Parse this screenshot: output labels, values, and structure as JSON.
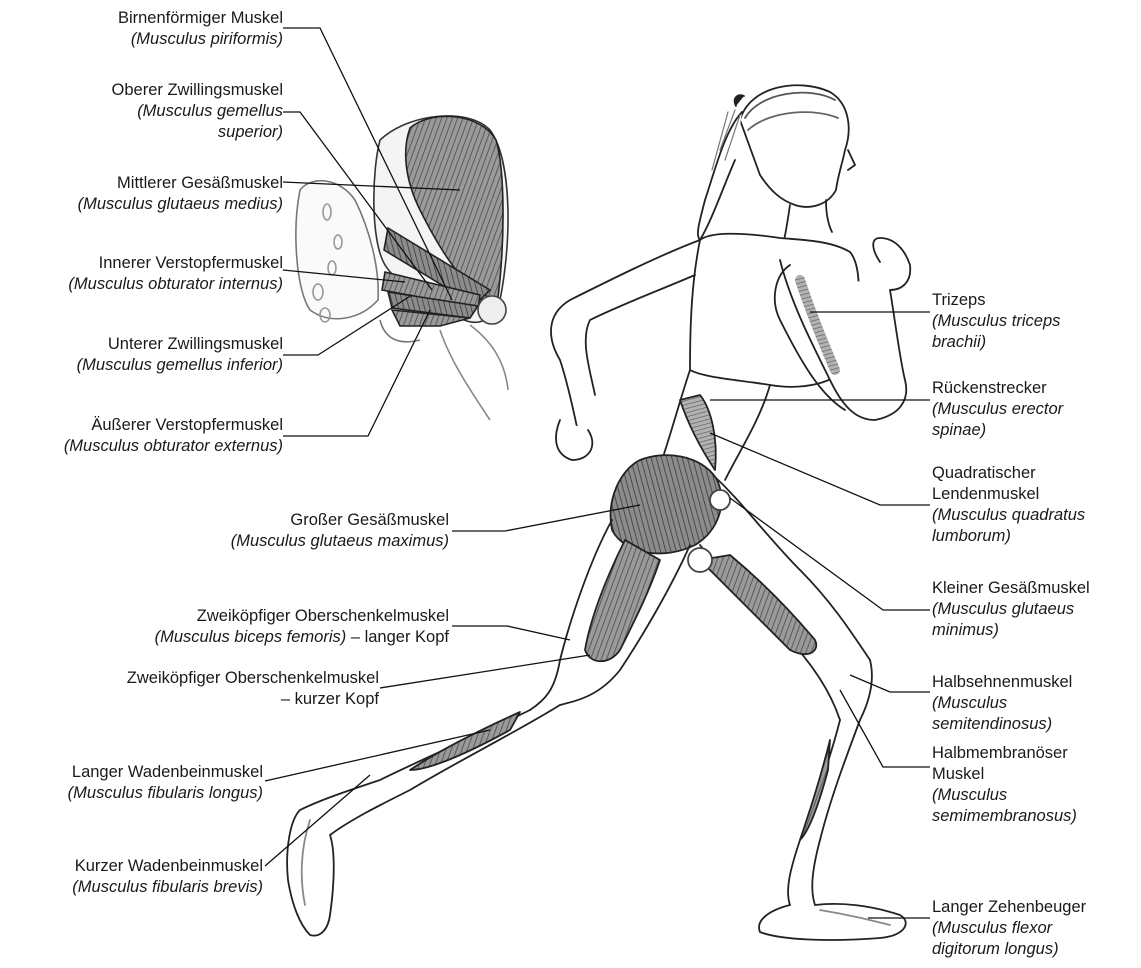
{
  "labels": {
    "piriformis": {
      "lines": [
        "Birnenförmiger Muskel"
      ],
      "italic": [
        "(Musculus piriformis)"
      ]
    },
    "gemellus_superior": {
      "lines": [
        "Oberer Zwillingsmuskel"
      ],
      "italic": [
        "(Musculus gemellus",
        "superior)"
      ]
    },
    "glutaeus_medius": {
      "lines": [
        "Mittlerer Gesäßmuskel"
      ],
      "italic": [
        "(Musculus glutaeus medius)"
      ]
    },
    "obturator_internus": {
      "lines": [
        "Innerer Verstopfermuskel"
      ],
      "italic": [
        "(Musculus obturator internus)"
      ]
    },
    "gemellus_inferior": {
      "lines": [
        "Unterer Zwillingsmuskel"
      ],
      "italic": [
        "(Musculus gemellus inferior)"
      ]
    },
    "obturator_externus": {
      "lines": [
        "Äußerer Verstopfermuskel"
      ],
      "italic": [
        "(Musculus obturator externus)"
      ]
    },
    "glutaeus_maximus": {
      "lines": [
        "Großer Gesäßmuskel"
      ],
      "italic": [
        "(Musculus glutaeus maximus)"
      ]
    },
    "biceps_long": {
      "lines": [
        "Zweiköpfiger Oberschenkelmuskel"
      ],
      "italic": [
        "(Musculus biceps femoris)"
      ],
      "suffix": " – langer Kopf"
    },
    "biceps_short": {
      "lines": [
        "Zweiköpfiger Oberschenkelmuskel",
        "– kurzer Kopf"
      ],
      "italic": []
    },
    "fibularis_longus": {
      "lines": [
        "Langer Wadenbeinmuskel"
      ],
      "italic": [
        "(Musculus fibularis longus)"
      ]
    },
    "fibularis_brevis": {
      "lines": [
        "Kurzer Wadenbeinmuskel"
      ],
      "italic": [
        "(Musculus fibularis brevis)"
      ]
    },
    "triceps": {
      "lines": [
        "Trizeps"
      ],
      "italic": [
        "(Musculus triceps",
        "brachii)"
      ]
    },
    "erector_spinae": {
      "lines": [
        "Rückenstrecker"
      ],
      "italic": [
        "(Musculus erector",
        "spinae)"
      ]
    },
    "quadratus_lumborum": {
      "lines": [
        "Quadratischer",
        "Lendenmuskel"
      ],
      "italic": [
        "(Musculus quadratus",
        "lumborum)"
      ]
    },
    "glutaeus_minimus": {
      "lines": [
        "Kleiner Gesäßmuskel"
      ],
      "italic": [
        "(Musculus glutaeus",
        "minimus)"
      ]
    },
    "semitendinosus": {
      "lines": [
        "Halbsehnenmuskel"
      ],
      "italic": [
        "(Musculus",
        "semitendinosus)"
      ]
    },
    "semimembranosus": {
      "lines": [
        "Halbmembranöser",
        "Muskel"
      ],
      "italic": [
        "(Musculus",
        "semimembranosus)"
      ]
    },
    "flexor_digitorum": {
      "lines": [
        "Langer Zehenbeuger"
      ],
      "italic": [
        "(Musculus flexor",
        "digitorum longus)"
      ]
    }
  }
}
